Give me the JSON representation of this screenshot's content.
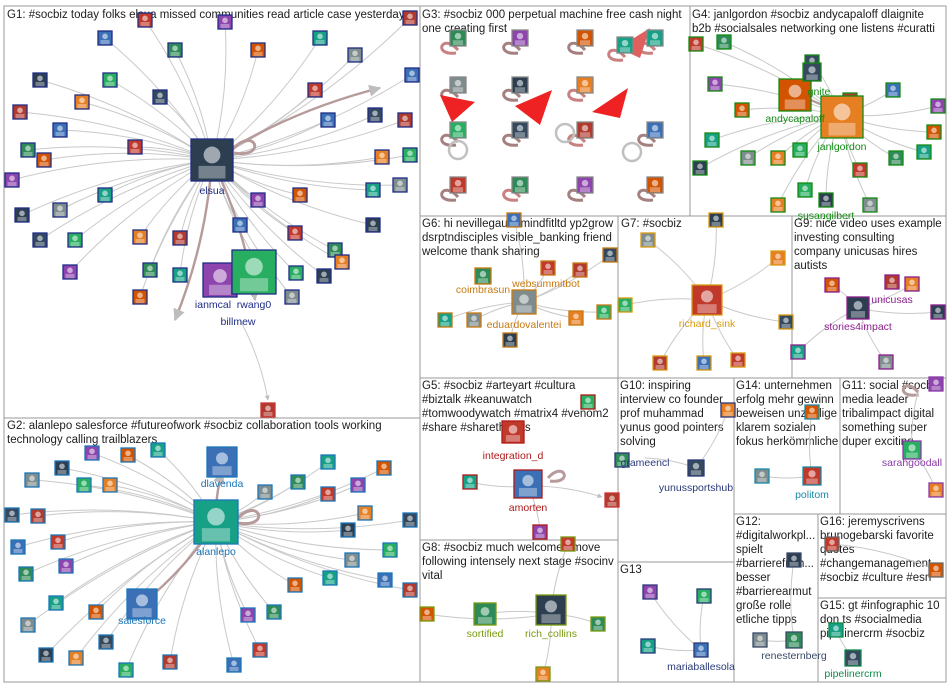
{
  "colors": {
    "g1": "#1f2d86",
    "g2": "#1b76b8",
    "g3": "#d04a4a",
    "g4": "#148a14",
    "g5": "#b01818",
    "g6": "#c77a10",
    "g7": "#d99a10",
    "g8": "#7a9a10",
    "g9": "#8a1e8a",
    "g10": "#2a3a7a",
    "g11": "#8a3aa8",
    "g14": "#1b8aa8",
    "g15": "#118a4a",
    "g16": "#6a6a6a",
    "g12": "#3a4a6a",
    "g13": "#2a3a7a",
    "red_arrow": "#ee2222",
    "edge": "#c9c9c9",
    "self_loop": "#b79a9a"
  },
  "groups": [
    {
      "id": "g1",
      "title": "G1: #socbiz today folks elsua missed communities read article case yesterday"
    },
    {
      "id": "g2",
      "title": "G2: alanlepo salesforce #futureofwork #socbiz collaboration tools working technology calling trailblazers"
    },
    {
      "id": "g3",
      "title": "G3: #socbiz 000 perpetual machine free cash night one creating first"
    },
    {
      "id": "g4",
      "title": "G4: janlgordon #socbiz andycapaloff dlaignite b2b #socialsales networking one listens #curatti"
    },
    {
      "id": "g5",
      "title": "G5: #socbiz #arteyart #cultura #biztalk #keanuwatch #tomwoodywatch #matrix4 #venom2 #share #sharethearts"
    },
    {
      "id": "g6",
      "title": "G6: hi nevillegaunt mindfitltd yp2grow dsrptndisciples visible_banking friend welcome thank sharing"
    },
    {
      "id": "g7",
      "title": "G7: #socbiz"
    },
    {
      "id": "g8",
      "title": "G8: #socbiz much welcomed move following intensely next stage #socinv vital"
    },
    {
      "id": "g9",
      "title": "G9: nice video uses example investing consulting company unicusas hires autists"
    },
    {
      "id": "g10",
      "title": "G10: inspiring interview co founder prof muhammad yunus good pointers solving"
    },
    {
      "id": "g11",
      "title": "G11: social #socbiz media leader tribalimpact digital something super duper exciting"
    },
    {
      "id": "g12",
      "title": "G12: #digitalworkpl... spielt #barrierefreih... besser #barrierearmut große rolle etliche tipps"
    },
    {
      "id": "g13",
      "title": "G13"
    },
    {
      "id": "g14",
      "title": "G14: unternehmen erfolg mehr gewinn beweisen unzählige klarem sozialen fokus herkömmliche"
    },
    {
      "id": "g15",
      "title": "G15: gt #infographic 10 don ts #socialmedia pipelinercrm #socbiz"
    },
    {
      "id": "g16",
      "title": "G16: jeremyscrivens brunogebarski favorite quotes #changemanagement #socbiz #culture #esn"
    }
  ],
  "nodes": [
    {
      "label": "elsua",
      "group": "g1",
      "icon": "portrait-avatar"
    },
    {
      "label": "ianmcal",
      "group": "g1",
      "icon": "portrait-avatar"
    },
    {
      "label": "rwang0",
      "group": "g1",
      "icon": "portrait-avatar"
    },
    {
      "label": "billmew",
      "group": "g1",
      "icon": "portrait-avatar"
    },
    {
      "label": "dlavenda",
      "group": "g2",
      "icon": "portrait-avatar"
    },
    {
      "label": "alanlepo",
      "group": "g2",
      "icon": "portrait-avatar"
    },
    {
      "label": "salesforce",
      "group": "g2",
      "icon": "cloud-logo"
    },
    {
      "label": "andycapaloff",
      "group": "g4",
      "icon": "portrait-avatar"
    },
    {
      "label": "janlgordon",
      "group": "g4",
      "icon": "portrait-avatar"
    },
    {
      "label": "susangilbert",
      "group": "g4",
      "icon": "portrait-avatar"
    },
    {
      "label": "gnite",
      "group": "g4",
      "icon": "logo-avatar"
    },
    {
      "label": "coimbrasun",
      "group": "g6",
      "icon": "logo-avatar"
    },
    {
      "label": "websummitbot",
      "group": "g6",
      "icon": "logo-avatar"
    },
    {
      "label": "eduardovalentei",
      "group": "g6",
      "icon": "portrait-avatar"
    },
    {
      "label": "richard_sink",
      "group": "g7",
      "icon": "portrait-avatar"
    },
    {
      "label": "stories4impact",
      "group": "g9",
      "icon": "portrait-avatar"
    },
    {
      "label": "unicusas",
      "group": "g9",
      "icon": "logo-avatar"
    },
    {
      "label": "integration_d",
      "group": "g5",
      "icon": "logo-avatar"
    },
    {
      "label": "amorten",
      "group": "g5",
      "icon": "portrait-avatar"
    },
    {
      "label": "grameencl",
      "group": "g10",
      "icon": "logo-avatar"
    },
    {
      "label": "yunussportshub",
      "group": "g10",
      "icon": "logo-avatar"
    },
    {
      "label": "politom",
      "group": "g14",
      "icon": "logo-avatar"
    },
    {
      "label": "sarahgoodall",
      "group": "g11",
      "icon": "portrait-avatar"
    },
    {
      "label": "sortified",
      "group": "g8",
      "icon": "logo-avatar"
    },
    {
      "label": "rich_collins",
      "group": "g8",
      "icon": "portrait-avatar"
    },
    {
      "label": "mariaballesola",
      "group": "g13",
      "icon": "portrait-avatar"
    },
    {
      "label": "renesternberg",
      "group": "g12",
      "icon": "portrait-avatar"
    },
    {
      "label": "pipelinercrm",
      "group": "g15",
      "icon": "logo-avatar"
    }
  ]
}
